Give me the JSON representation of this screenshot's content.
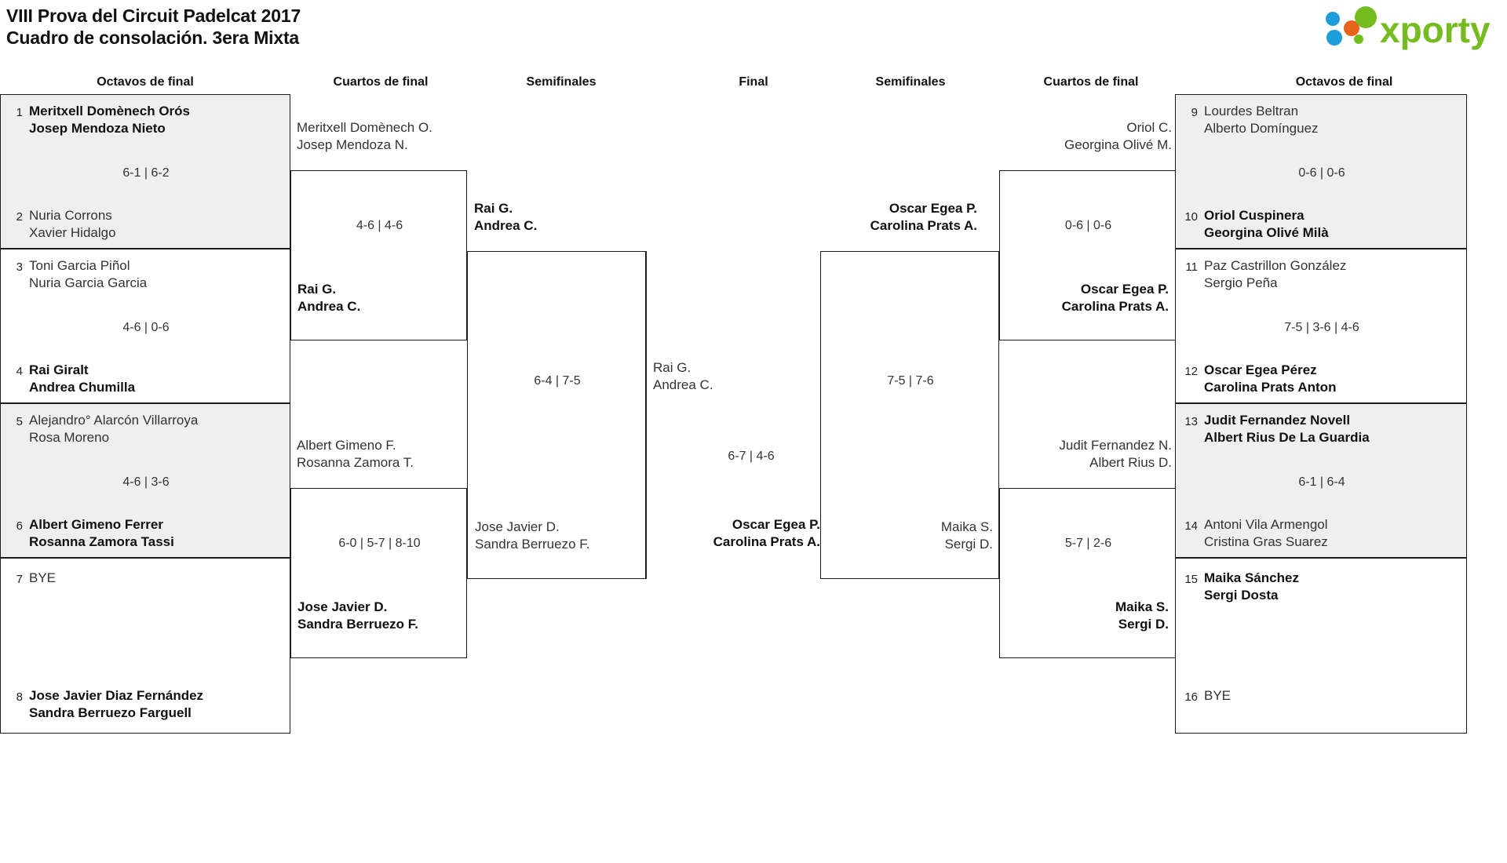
{
  "header": {
    "title_line1": "VIII Prova del Circuit Padelcat 2017",
    "title_line2": "Cuadro de consolación. 3era Mixta",
    "logo_text": "xporty",
    "logo_colors": {
      "green": "#76bc21",
      "blue": "#1b9dd9",
      "orange": "#e8641c"
    }
  },
  "columns": [
    {
      "label": "Octavos de final"
    },
    {
      "label": "Cuartos de final"
    },
    {
      "label": "Semifinales"
    },
    {
      "label": "Final"
    },
    {
      "label": "Semifinales"
    },
    {
      "label": "Cuartos de final"
    },
    {
      "label": "Octavos de final"
    }
  ],
  "left": {
    "r16": [
      {
        "score": "6-1 | 6-2",
        "top": {
          "seed": "1",
          "line1": "Meritxell Domènech Orós",
          "line2": "Josep Mendoza Nieto",
          "winner": true
        },
        "bottom": {
          "seed": "2",
          "line1": "Nuria Corrons",
          "line2": "Xavier Hidalgo",
          "winner": false
        }
      },
      {
        "score": "4-6 | 0-6",
        "top": {
          "seed": "3",
          "line1": "Toni Garcia Piñol",
          "line2": "Nuria Garcia Garcia",
          "winner": false
        },
        "bottom": {
          "seed": "4",
          "line1": "Rai Giralt",
          "line2": "Andrea Chumilla",
          "winner": true
        }
      },
      {
        "score": "4-6 | 3-6",
        "top": {
          "seed": "5",
          "line1": "Alejandro° Alarcón Villarroya",
          "line2": "Rosa Moreno",
          "winner": false
        },
        "bottom": {
          "seed": "6",
          "line1": "Albert Gimeno Ferrer",
          "line2": "Rosanna Zamora Tassi",
          "winner": true
        }
      },
      {
        "score": "",
        "top": {
          "seed": "7",
          "line1": "BYE",
          "line2": "",
          "winner": false
        },
        "bottom": {
          "seed": "8",
          "line1": "Jose Javier Diaz Fernández",
          "line2": "Sandra Berruezo Farguell",
          "winner": true
        }
      }
    ],
    "qf": [
      {
        "score": "4-6 | 4-6",
        "top": {
          "line1": "Meritxell Domènech O.",
          "line2": "Josep Mendoza N.",
          "winner": false
        },
        "bottom": {
          "line1": "Rai G.",
          "line2": "Andrea C.",
          "winner": true
        }
      },
      {
        "score": "6-0 | 5-7 | 8-10",
        "top": {
          "line1": "Albert Gimeno F.",
          "line2": "Rosanna Zamora T.",
          "winner": false
        },
        "bottom": {
          "line1": "Jose Javier D.",
          "line2": "Sandra Berruezo F.",
          "winner": true
        }
      }
    ],
    "sf": [
      {
        "score": "6-4 | 7-5",
        "top": {
          "line1": "Rai G.",
          "line2": "Andrea C.",
          "winner": true
        },
        "bottom": {
          "line1": "Jose Javier D.",
          "line2": "Sandra Berruezo F.",
          "winner": false
        }
      }
    ]
  },
  "final": {
    "score": "6-7 | 4-6",
    "top": {
      "line1": "Rai G.",
      "line2": "Andrea C.",
      "winner": false
    },
    "bottom": {
      "line1": "Oscar Egea P.",
      "line2": "Carolina Prats A.",
      "winner": true
    }
  },
  "right": {
    "sf": [
      {
        "score": "7-5 | 7-6",
        "top": {
          "line1": "Oscar Egea P.",
          "line2": "Carolina Prats A.",
          "winner": true
        },
        "bottom": {
          "line1": "Maika S.",
          "line2": "Sergi D.",
          "winner": false
        }
      }
    ],
    "qf": [
      {
        "score": "0-6 | 0-6",
        "top": {
          "line1": "Oriol C.",
          "line2": "Georgina Olivé M.",
          "winner": false
        },
        "bottom": {
          "line1": "Oscar Egea P.",
          "line2": "Carolina Prats A.",
          "winner": true
        }
      },
      {
        "score": "5-7 | 2-6",
        "top": {
          "line1": "Judit Fernandez N.",
          "line2": "Albert Rius D.",
          "winner": false
        },
        "bottom": {
          "line1": "Maika S.",
          "line2": "Sergi D.",
          "winner": true
        }
      }
    ],
    "r16": [
      {
        "score": "0-6 | 0-6",
        "top": {
          "seed": "9",
          "line1": "Lourdes Beltran",
          "line2": "Alberto Domínguez",
          "winner": false
        },
        "bottom": {
          "seed": "10",
          "line1": "Oriol Cuspinera",
          "line2": "Georgina Olivé Milà",
          "winner": true
        }
      },
      {
        "score": "7-5 | 3-6 | 4-6",
        "top": {
          "seed": "11",
          "line1": "Paz Castrillon González",
          "line2": "Sergio Peña",
          "winner": false
        },
        "bottom": {
          "seed": "12",
          "line1": "Oscar Egea Pérez",
          "line2": "Carolina Prats Anton",
          "winner": true
        }
      },
      {
        "score": "6-1 | 6-4",
        "top": {
          "seed": "13",
          "line1": "Judit Fernandez Novell",
          "line2": "Albert Rius De La Guardia",
          "winner": true
        },
        "bottom": {
          "seed": "14",
          "line1": "Antoni Vila Armengol",
          "line2": "Cristina Gras Suarez",
          "winner": false
        }
      },
      {
        "score": "",
        "top": {
          "seed": "15",
          "line1": "Maika Sánchez",
          "line2": "Sergi Dosta",
          "winner": true
        },
        "bottom": {
          "seed": "16",
          "line1": "BYE",
          "line2": "",
          "winner": false
        }
      }
    ]
  }
}
